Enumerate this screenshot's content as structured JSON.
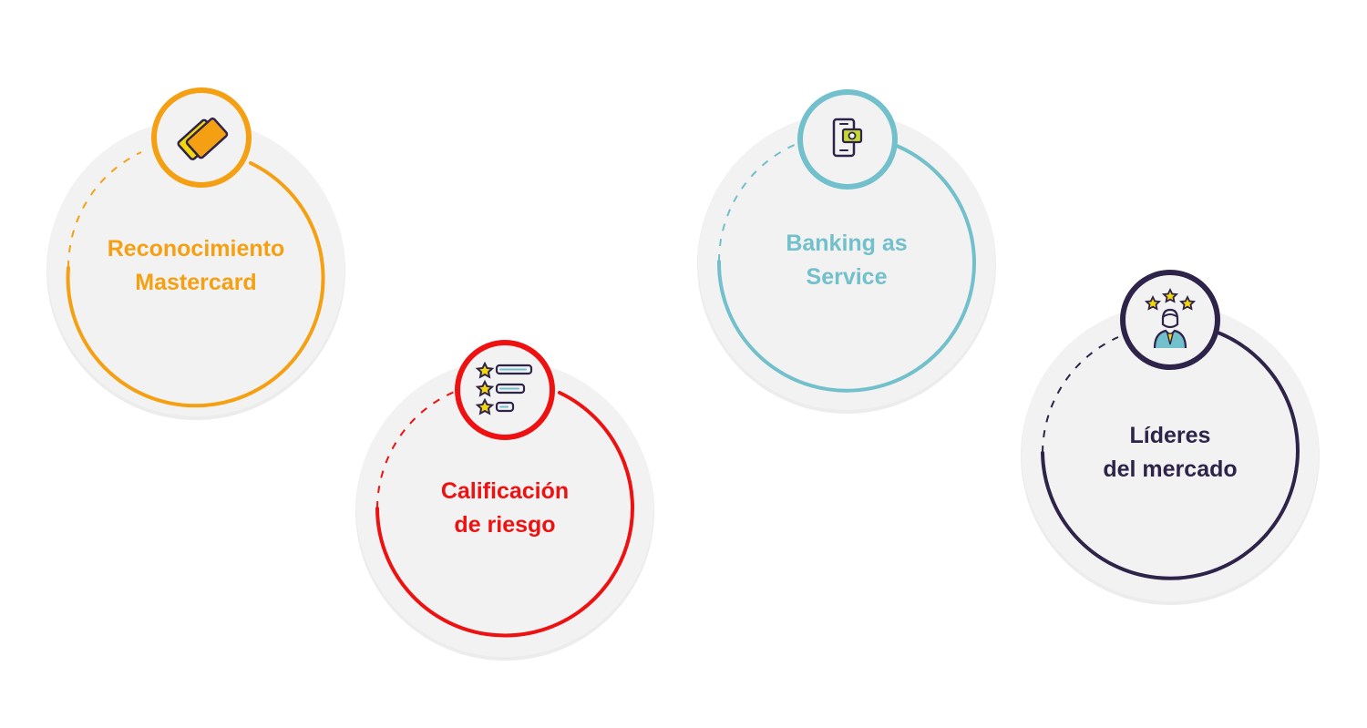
{
  "colors": {
    "background": "#ffffff",
    "disc": "#f2f2f2",
    "disc_shadow": "#d9d9d9",
    "orange": "#f5a012",
    "red": "#ee1111",
    "teal": "#72c0cc",
    "purple": "#2e2449"
  },
  "items": [
    {
      "id": "mastercard",
      "lines": [
        "Reconocimiento",
        "Mastercard"
      ],
      "icon": "cards-icon",
      "color": "#f5a012"
    },
    {
      "id": "riesgo",
      "lines": [
        "Calificación",
        "de riesgo"
      ],
      "icon": "rating-list-icon",
      "color": "#ee1111"
    },
    {
      "id": "banking",
      "lines": [
        "Banking as",
        "Service"
      ],
      "icon": "mobile-payment-icon",
      "color": "#72c0cc"
    },
    {
      "id": "lideres",
      "lines": [
        "Líderes",
        "del mercado"
      ],
      "icon": "leader-stars-icon",
      "color": "#2e2449"
    }
  ]
}
